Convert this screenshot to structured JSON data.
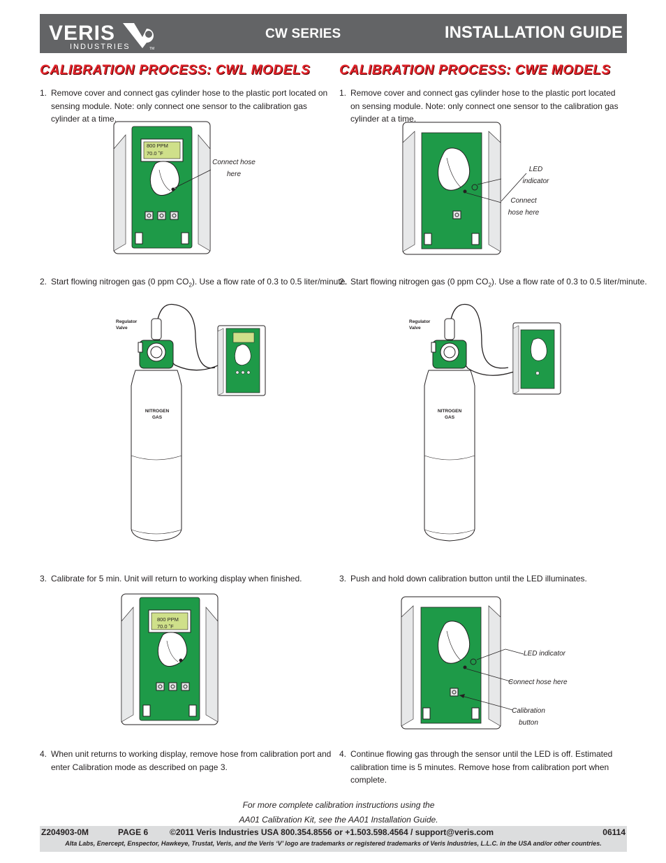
{
  "header": {
    "logo_text": "VERIS",
    "logo_sub": "INDUSTRIES",
    "logo_tm": "TM",
    "series": "CW SERIES",
    "guide_title": "INSTALLATION GUIDE"
  },
  "cwl": {
    "title": "CALIBRATION PROCESS: CWL MODELS",
    "step1_num": "1.",
    "step1_text": "Remove cover and connect gas cylinder hose to the plastic port located on sensing module. Note:  only connect one sensor to the calibration gas cylinder at a time.",
    "lcd_line1": "800   PPM",
    "lcd_line2": "70.0     ˚F",
    "callout_connect_line1": "Connect hose",
    "callout_connect_line2": "here",
    "step2_num": "2.",
    "step2_text_a": "Start flowing nitrogen gas (0 ppm CO",
    "step2_sub": "2",
    "step2_text_b": "). Use a flow rate of 0.3 to 0.5 liter/minute.",
    "regulator_line1": "Regulator",
    "regulator_line2": "Valve",
    "gas_line1": "NITROGEN",
    "gas_line2": "GAS",
    "step3_num": "3.",
    "step3_text": "Calibrate for 5 min. Unit will return to working display when finished.",
    "step4_num": "4.",
    "step4_text": "When unit returns to working display, remove hose from calibration port and enter Calibration mode as described on page 3."
  },
  "cwe": {
    "title": "CALIBRATION PROCESS: CWE MODELS",
    "step1_num": "1.",
    "step1_text": "Remove cover and connect gas cylinder hose to the plastic port located on sensing module. Note:  only connect one sensor to the calibration gas cylinder at a time.",
    "callout_led_line1": "LED",
    "callout_led_line2": "indicator",
    "callout_connect_line1": "Connect",
    "callout_connect_line2": "hose here",
    "step2_num": "2.",
    "step2_text_a": "Start flowing nitrogen gas (0 ppm CO",
    "step2_sub": "2",
    "step2_text_b": "). Use a flow rate of 0.3 to 0.5 liter/minute.",
    "regulator_line1": "Regulator",
    "regulator_line2": "Valve",
    "gas_line1": "NITROGEN",
    "gas_line2": "GAS",
    "step3_num": "3.",
    "step3_text": "Push and hold down calibration button until the LED illuminates.",
    "callout_led": "LED indicator",
    "callout_connect": "Connect hose here",
    "callout_button_line1": "Calibration",
    "callout_button_line2": "button",
    "step4_num": "4.",
    "step4_text": "Continue flowing gas through the sensor until the LED is off. Estimated calibration time is 5 minutes. Remove hose from calibration port when complete."
  },
  "footer": {
    "note_line1": "For more complete calibration instructions using the",
    "note_line2": "AA01 Calibration Kit, see the AA01 Installation Guide.",
    "doc_id": "Z204903-0M",
    "page": "PAGE 6",
    "contact": "©2011 Veris Industries   USA 800.354.8556 or +1.503.598.4564  / support@veris.com",
    "date_code": "06114",
    "trademark": "Alta Labs, Enercept, Enspector, Hawkeye, Trustat, Veris, and the Veris ‘V’ logo are trademarks or registered trademarks of  Veris Industries, L.L.C. in the USA and/or other countries."
  },
  "colors": {
    "header_gray": "#636466",
    "title_red": "#e4252c",
    "module_green": "#1e9a48",
    "lcd_green": "#cfe08a",
    "footer_gray": "#dcddde"
  }
}
